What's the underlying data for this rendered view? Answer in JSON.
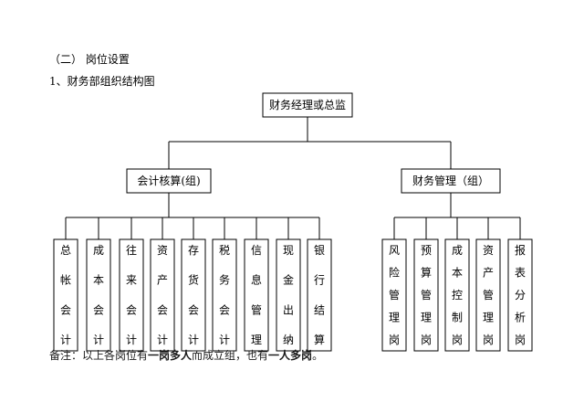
{
  "section_heading": "（二） 岗位设置",
  "sub_heading": "1、财务部组织结构图",
  "org_chart": {
    "root": {
      "label": "财务经理或总监"
    },
    "groups": [
      {
        "label": "会计核算(组)",
        "positions": [
          "总帐会计",
          "成本会计",
          "往来会计",
          "资产会计",
          "存货会计",
          "税务会计",
          "信息管理",
          "现金出纳",
          "银行结算"
        ]
      },
      {
        "label": "财务管理（组）",
        "positions": [
          "风险管理岗",
          "预算管理岗",
          "成本控制岗",
          "资产管理岗",
          "报表分析岗"
        ]
      }
    ]
  },
  "note": {
    "prefix": "备注：以上各岗位有",
    "bold1": "一岗多人",
    "middle": "而成立组，也有",
    "bold2": "一人多岗",
    "suffix": "。"
  }
}
